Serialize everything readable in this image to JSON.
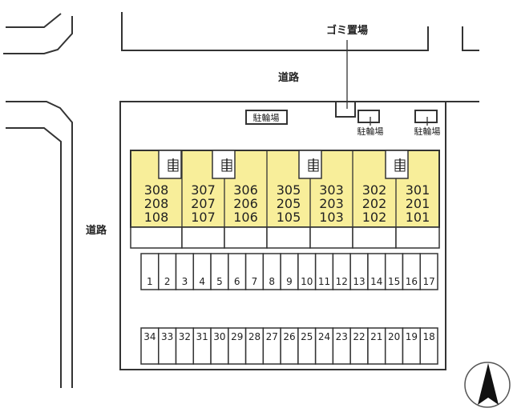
{
  "labels": {
    "road_top": "道路",
    "road_left": "道路",
    "garbage": "ゴミ置場",
    "bike_parking_main": "駐輪場",
    "bike_parking_1": "駐輪場",
    "bike_parking_2": "駐輪場"
  },
  "building": {
    "fill_color": "#f8ee9a",
    "units": [
      [
        "308",
        "208",
        "108"
      ],
      [
        "307",
        "207",
        "107"
      ],
      [
        "306",
        "206",
        "106"
      ],
      [
        "305",
        "205",
        "105"
      ],
      [
        "303",
        "203",
        "103"
      ],
      [
        "302",
        "202",
        "102"
      ],
      [
        "301",
        "201",
        "101"
      ]
    ],
    "stairs": [
      0,
      1,
      3,
      5
    ]
  },
  "parking": {
    "top_row": [
      "1",
      "2",
      "3",
      "4",
      "5",
      "6",
      "7",
      "8",
      "9",
      "10",
      "11",
      "12",
      "13",
      "14",
      "15",
      "16",
      "17"
    ],
    "bottom_row": [
      "34",
      "33",
      "32",
      "31",
      "30",
      "29",
      "28",
      "27",
      "26",
      "25",
      "24",
      "23",
      "22",
      "21",
      "20",
      "19",
      "18"
    ]
  },
  "compass": {
    "icon": "north-arrow-icon"
  }
}
